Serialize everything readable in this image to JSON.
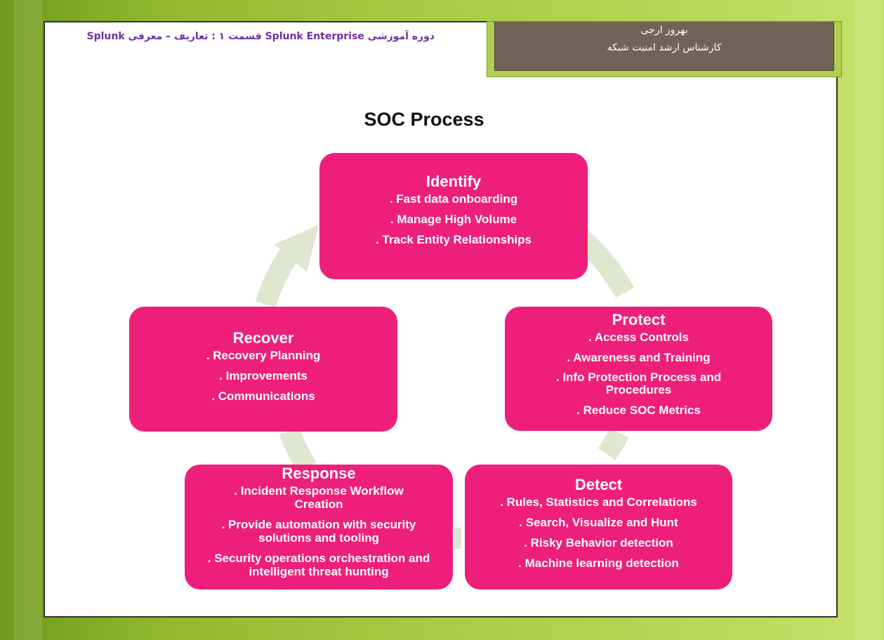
{
  "header": {
    "course_title": "دوره آموزشی Splunk Enterprise قسمت ۱ : تعاریف – معرفی Splunk",
    "author_name": "بهروز ارجی",
    "author_role": "کارشناس ارشد امنیت شبکه"
  },
  "diagram": {
    "title": "SOC Process",
    "stages": [
      {
        "name": "Identify",
        "items": [
          ". Fast data onboarding",
          ". Manage High Volume",
          ". Track Entity Relationships"
        ]
      },
      {
        "name": "Protect",
        "items": [
          ". Access Controls",
          ". Awareness and Training",
          ". Info Protection Process and Procedures",
          ". Reduce SOC Metrics"
        ]
      },
      {
        "name": "Detect",
        "items": [
          ". Rules, Statistics and Correlations",
          ". Search, Visualize and Hunt",
          ". Risky Behavior detection",
          ". Machine learning detection"
        ]
      },
      {
        "name": "Response",
        "items": [
          ". Incident Response Workflow Creation",
          ". Provide automation with security solutions and tooling",
          ". Security operations orchestration and intelligent threat hunting"
        ]
      },
      {
        "name": "Recover",
        "items": [
          ". Recovery Planning",
          ". Improvements",
          ". Communications"
        ]
      }
    ]
  },
  "colors": {
    "box_fill": "#ee1f7a",
    "arrow": "#dfe8cf",
    "title_purple": "#7030a0",
    "author_bg": "#736357",
    "background_green": "#a7cc45"
  }
}
